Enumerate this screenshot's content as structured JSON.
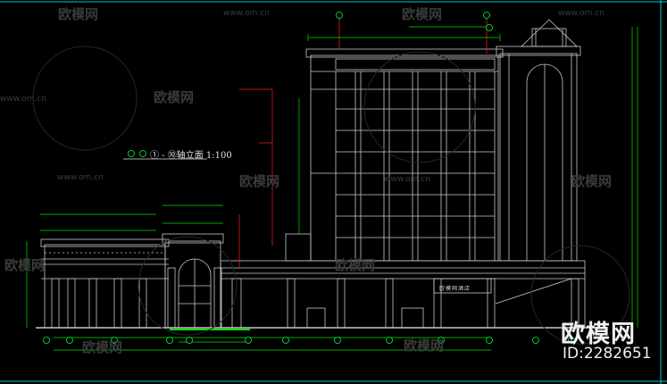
{
  "drawing": {
    "title_marker_left": "①",
    "title_marker_right": "⑩",
    "title": "① - ⑩轴立面 1:100",
    "signage": "欧模网酒店"
  },
  "watermark": {
    "url": "www.om.cn",
    "brand": "欧模网",
    "id": "ID:2282651"
  },
  "colors": {
    "background": "#000000",
    "frame": "#00c8d8",
    "building": "#c8c8c8",
    "dimension": "#00e000",
    "marker": "#00ff40",
    "annotation": "#ff2020",
    "watermark": "#3c3c3c"
  }
}
